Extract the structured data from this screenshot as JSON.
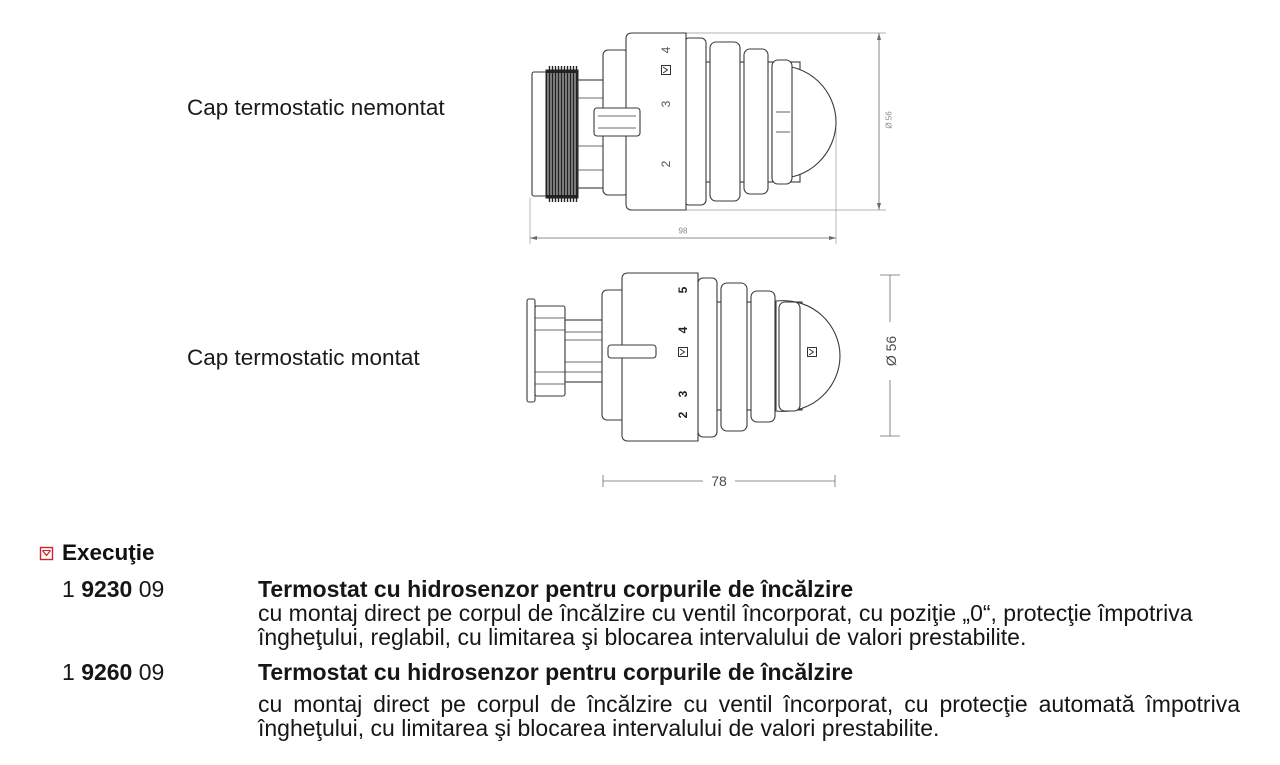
{
  "figures": [
    {
      "label": "Cap termostatic nemontat",
      "dial_marks": [
        "4",
        "3",
        "2"
      ],
      "diameter_dimension": "Ø 56",
      "length_dimension": "98"
    },
    {
      "label": "Cap termostatic montat",
      "dial_marks": [
        "5",
        "4",
        "3",
        "2"
      ],
      "diameter_dimension": "Ø 56",
      "length_dimension": "78"
    }
  ],
  "icons": {
    "section": "checkbox-icon",
    "dial_symbol": "dial-symbol-icon"
  },
  "section": {
    "title": "Execuţie"
  },
  "products": [
    {
      "code_prefix": "1",
      "code_number": "9230",
      "code_suffix": "09",
      "title": "Termostat cu hidrosenzor pentru corpurile de încălzire",
      "description_lines": [
        "cu montaj direct pe corpul de încălzire cu ventil încorporat, cu poziţie „0“, protecţie împotriva",
        "îngheţului, reglabil, cu limitarea şi blocarea intervalului de valori prestabilite."
      ]
    },
    {
      "code_prefix": "1",
      "code_number": "9260",
      "code_suffix": "09",
      "title": "Termostat cu hidrosenzor pentru corpurile de încălzire",
      "description_lines": [
        "cu montaj direct pe corpul de încălzire cu ventil încorporat, cu protecţie automată împotriva",
        "îngheţului, cu limitarea şi blocarea intervalului de valori prestabilite."
      ]
    }
  ],
  "colors": {
    "accent": "#d2232a",
    "text": "#161616",
    "drawing_line": "#3a3a3a",
    "dimension_text": "#8a8a8a"
  }
}
